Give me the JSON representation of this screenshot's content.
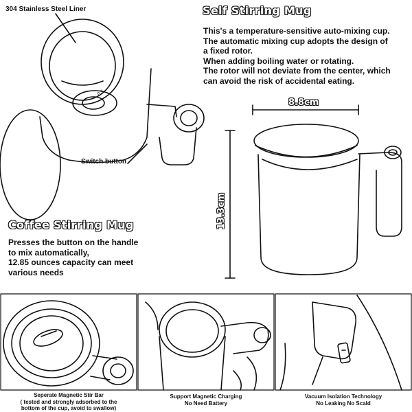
{
  "top_callout": "304 Stainless Steel Liner",
  "switch_callout": "Switch button",
  "self_stirring": {
    "title": "Self Stirring Mug",
    "lines": [
      "This's a temperature-sensitive auto-mixing cup.",
      "The automatic mixing cup adopts the design of",
      "a fixed rotor.",
      "When adding boiling water or rotating.",
      "The rotor will not deviate from the center, which",
      "can avoid the risk of accidental eating."
    ]
  },
  "dimensions": {
    "width": "8.8cm",
    "height": "13.3cm"
  },
  "coffee_stirring": {
    "title": "Coffee Stirring Mug",
    "lines": [
      "Presses the button on the handle",
      "to mix automatically,",
      "12.85 ounces capacity can meet",
      "various needs"
    ]
  },
  "cup_marking": "0.5",
  "bottom_panels": [
    {
      "caption_lines": [
        "Seperate Magnetic Stir Bar",
        "( tested and strongly adsorbed to the",
        "bottom of the cup, avoid to swallow)"
      ]
    },
    {
      "caption_lines": [
        "Support Magnetic Charging",
        "No Need Battery"
      ]
    },
    {
      "caption_lines": [
        "Vacuum Isolation Technology",
        "No Leaking No Scald"
      ]
    }
  ]
}
